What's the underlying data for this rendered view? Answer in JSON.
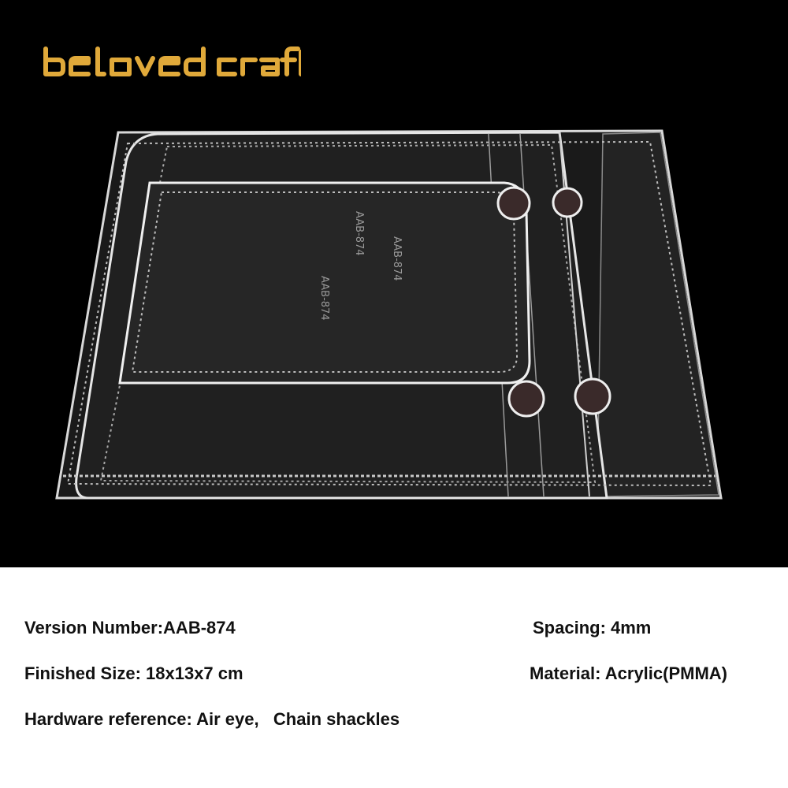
{
  "brand": {
    "logo_text": "belovedcraft",
    "color": "#e0a93a"
  },
  "template": {
    "engravings": [
      "AAB-874",
      "AAB-874",
      "AAB-874"
    ]
  },
  "specs": {
    "version": "Version Number:AAB-874",
    "spacing": "Spacing: 4mm",
    "finished_size": "Finished Size: 18x13x7 cm",
    "material": "Material: Acrylic(PMMA)",
    "hardware": "Hardware reference: Air eye,   Chain shackles"
  }
}
